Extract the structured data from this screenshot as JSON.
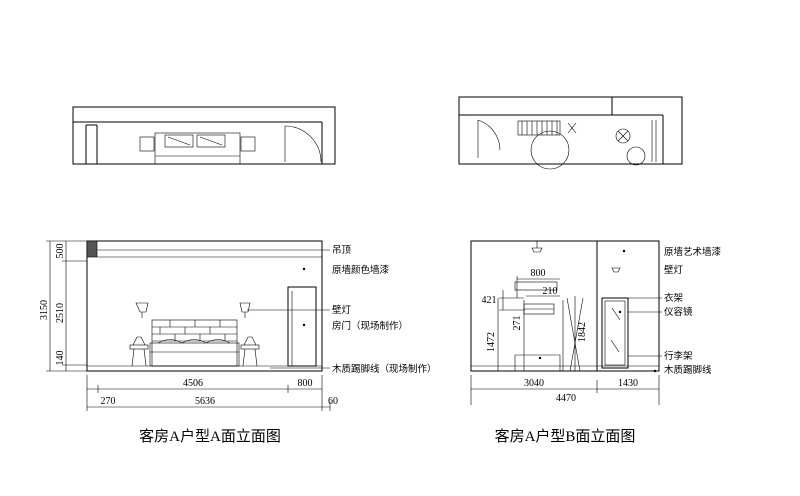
{
  "elevation_a": {
    "title": "客房A户型A面立面图",
    "labels": {
      "ceiling": "吊顶",
      "wall_paint": "原墙颜色墙漆",
      "wall_lamp": "壁灯",
      "door": "房门（现场制作）",
      "skirting": "木质踢脚线（现场制作）"
    },
    "dims_vertical": [
      "3150",
      "500",
      "2510",
      "140"
    ],
    "dims_bottom": [
      "4506",
      "800",
      "270",
      "5636",
      "60"
    ]
  },
  "elevation_b": {
    "title": "客房A户型B面立面图",
    "labels": {
      "art_paint": "原墙艺术墙漆",
      "wall_lamp": "壁灯",
      "clothes_rack": "衣架",
      "mirror": "仪容镜",
      "luggage_rack": "行李架",
      "skirting": "木质踢脚线"
    },
    "dims_inner": [
      "800",
      "210",
      "421",
      "271",
      "1472",
      "1842"
    ],
    "dims_bottom": [
      "3040",
      "1430",
      "4470"
    ]
  },
  "colors": {
    "line": "#000000",
    "background": "#ffffff"
  }
}
